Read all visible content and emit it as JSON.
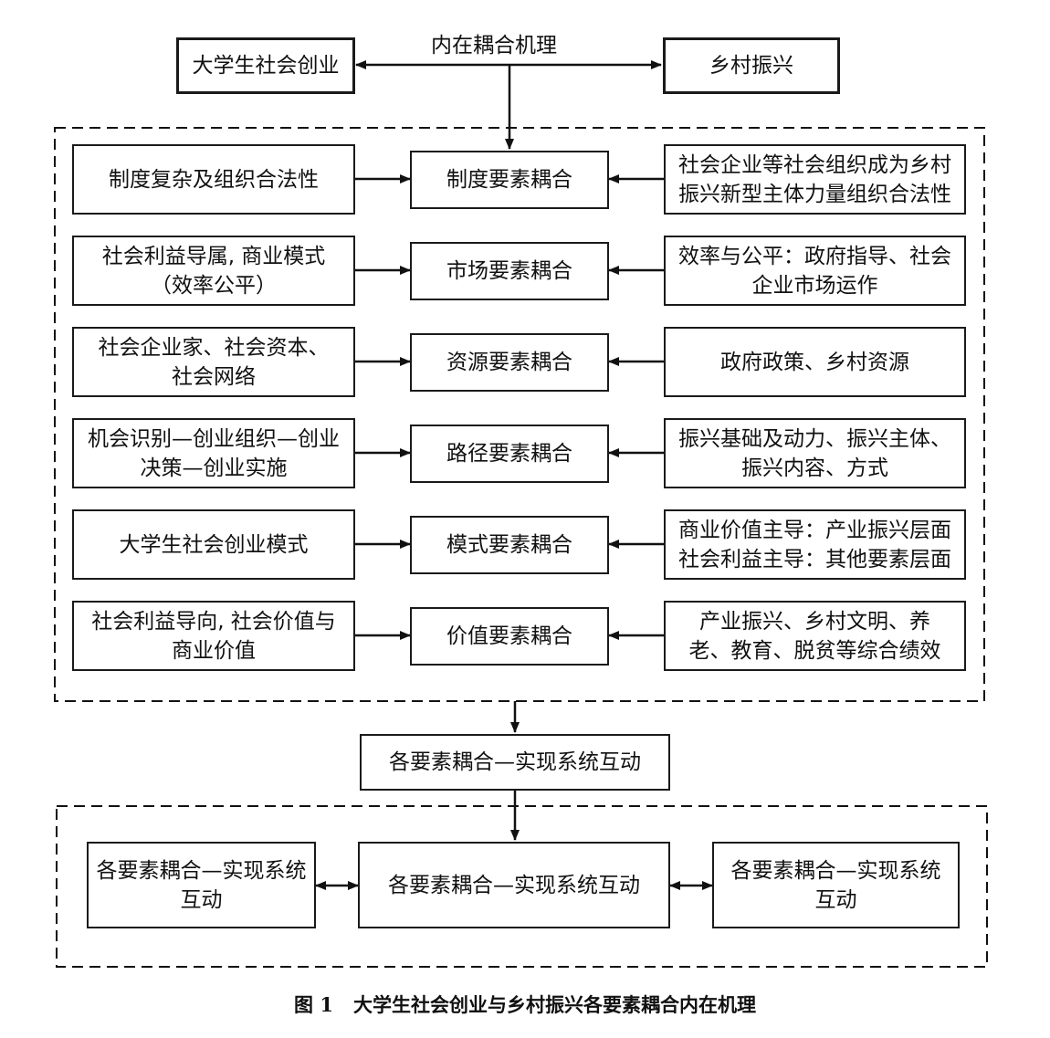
{
  "top": {
    "left": "大学生社会创业",
    "right": "乡村振兴",
    "mechanism": "内在耦合机理"
  },
  "rows": [
    {
      "left": [
        "制度复杂及组织合法性"
      ],
      "center": "制度要素耦合",
      "right": [
        "社会企业等社会组织成为乡村",
        "振兴新型主体力量组织合法性"
      ]
    },
    {
      "left": [
        "社会利益导属, 商业模式",
        "（效率公平）"
      ],
      "center": "市场要素耦合",
      "right": [
        "效率与公平：政府指导、社会",
        "企业市场运作"
      ]
    },
    {
      "left": [
        "社会企业家、社会资本、",
        "社会网络"
      ],
      "center": "资源要素耦合",
      "right": [
        "政府政策、乡村资源"
      ]
    },
    {
      "left": [
        "机会识别—创业组织—创业",
        "决策—创业实施"
      ],
      "center": "路径要素耦合",
      "right": [
        "振兴基础及动力、振兴主体、",
        "振兴内容、方式"
      ]
    },
    {
      "left": [
        "大学生社会创业模式"
      ],
      "center": "模式要素耦合",
      "right": [
        "商业价值主导：产业振兴层面",
        "社会利益主导：其他要素层面"
      ]
    },
    {
      "left": [
        "社会利益导向, 社会价值与",
        "商业价值"
      ],
      "center": "价值要素耦合",
      "right": [
        "产业振兴、乡村文明、养",
        "老、教育、脱贫等综合绩效"
      ]
    }
  ],
  "middle": {
    "label": "各要素耦合—实现系统互动"
  },
  "bottom": {
    "left": [
      "各要素耦合—实现系统",
      "互动"
    ],
    "center": [
      "各要素耦合—实现系统互动"
    ],
    "right": [
      "各要素耦合—实现系统",
      "互动"
    ]
  },
  "caption": {
    "figure_no": "图 1",
    "title": "大学生社会创业与乡村振兴各要素耦合内在机理"
  }
}
